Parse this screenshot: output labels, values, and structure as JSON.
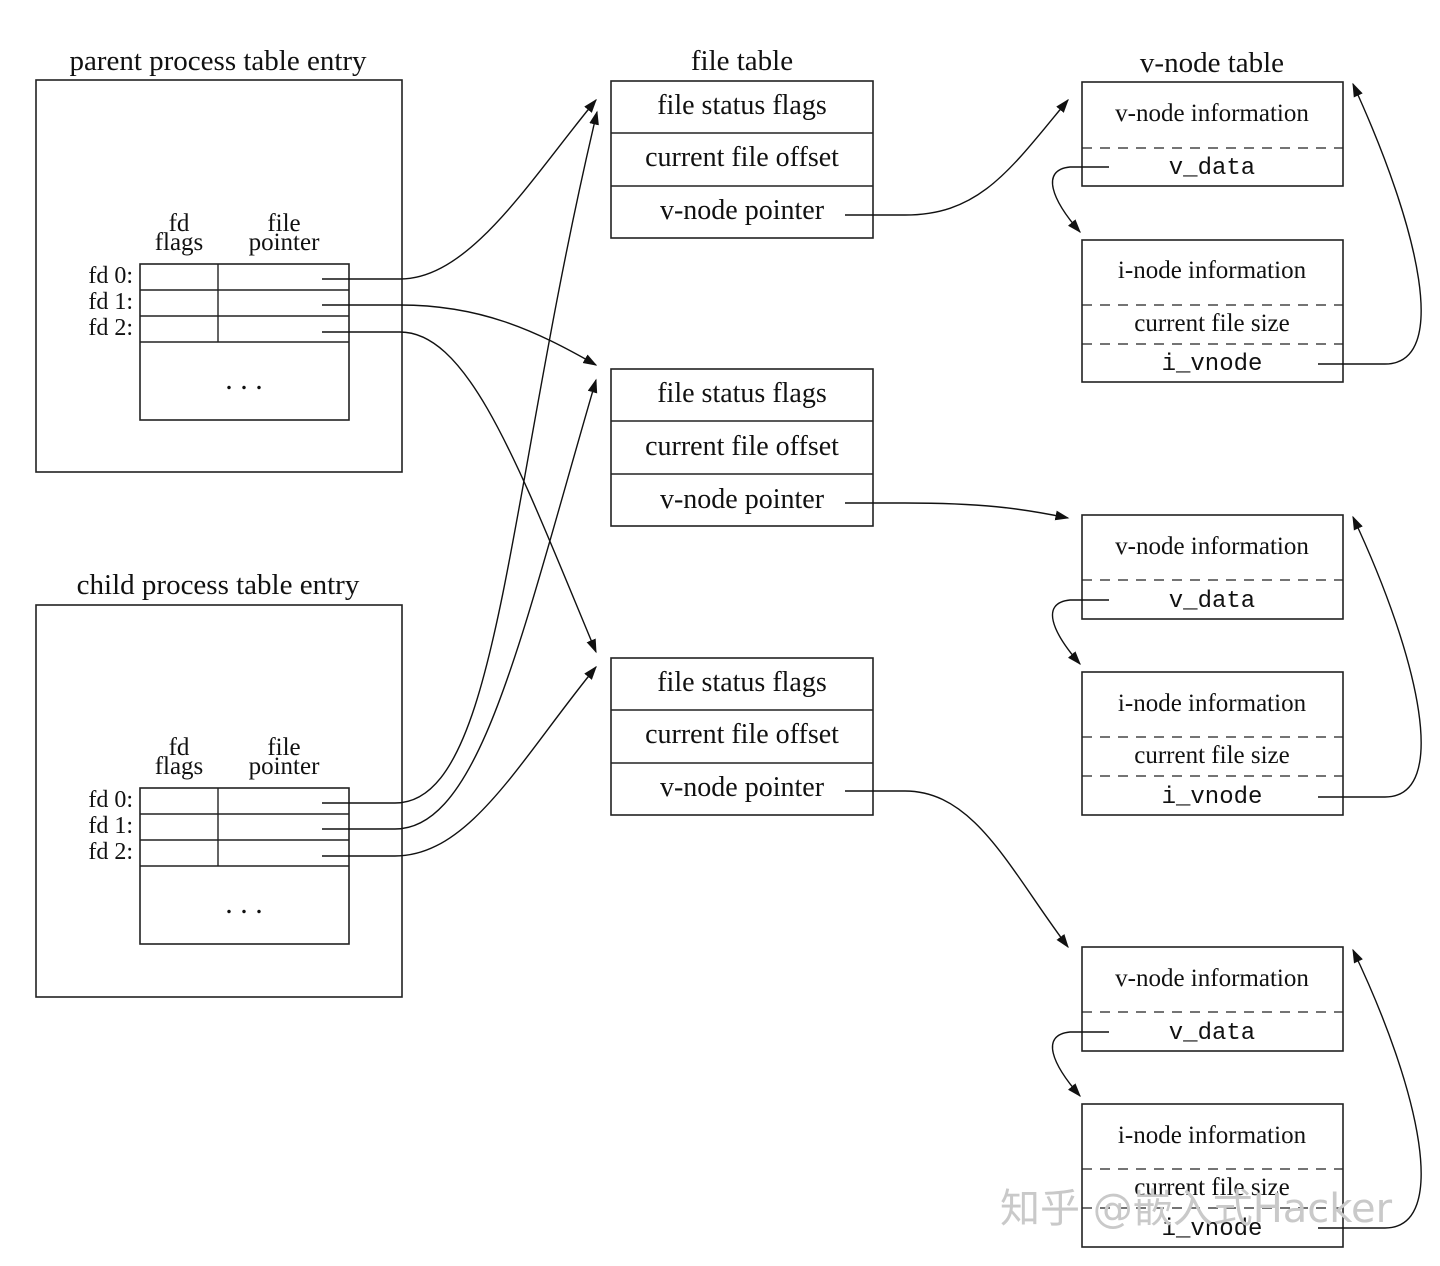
{
  "parent": {
    "title": "parent process table entry",
    "col_fd_flags_1": "fd",
    "col_fd_flags_2": "flags",
    "col_file_pointer_1": "file",
    "col_file_pointer_2": "pointer",
    "rows": [
      "fd 0:",
      "fd 1:",
      "fd 2:"
    ],
    "ellipsis": ". . ."
  },
  "child": {
    "title": "child process table entry",
    "col_fd_flags_1": "fd",
    "col_fd_flags_2": "flags",
    "col_file_pointer_1": "file",
    "col_file_pointer_2": "pointer",
    "rows": [
      "fd 0:",
      "fd 1:",
      "fd 2:"
    ],
    "ellipsis": ". . ."
  },
  "file_table": {
    "title": "file table",
    "entries": [
      {
        "flags": "file status flags",
        "offset": "current file offset",
        "vptr": "v-node pointer"
      },
      {
        "flags": "file status flags",
        "offset": "current file offset",
        "vptr": "v-node pointer"
      },
      {
        "flags": "file status flags",
        "offset": "current file offset",
        "vptr": "v-node pointer"
      }
    ]
  },
  "vnode_table": {
    "title": "v-node table",
    "entries": [
      {
        "vinfo": "v-node information",
        "vdata": "v_data",
        "iinfo": "i-node information",
        "isize": "current file size",
        "ivnode": "i_vnode"
      },
      {
        "vinfo": "v-node information",
        "vdata": "v_data",
        "iinfo": "i-node information",
        "isize": "current file size",
        "ivnode": "i_vnode"
      },
      {
        "vinfo": "v-node information",
        "vdata": "v_data",
        "iinfo": "i-node information",
        "isize": "current file size",
        "ivnode": "i_vnode"
      }
    ]
  },
  "watermark": "知乎 @嵌入式Hacker"
}
